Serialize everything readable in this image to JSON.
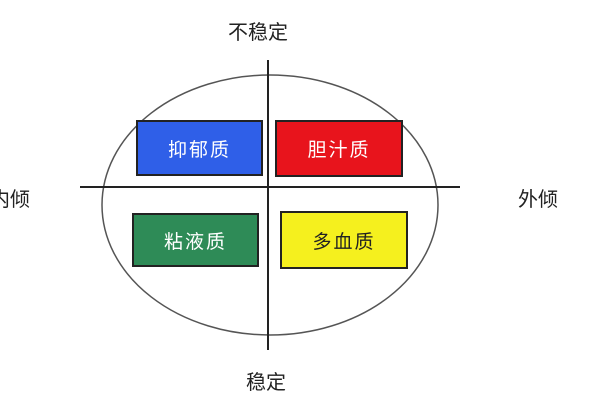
{
  "axes": {
    "top": "不稳定",
    "bottom": "稳定",
    "left": "内倾",
    "right": "外倾"
  },
  "quadrants": [
    {
      "label": "抑郁质",
      "color": "#2f5fe8",
      "text_color": "#ffffff"
    },
    {
      "label": "胆汁质",
      "color": "#e8141c",
      "text_color": "#ffffff"
    },
    {
      "label": "粘液质",
      "color": "#2e8b57",
      "text_color": "#ffffff"
    },
    {
      "label": "多血质",
      "color": "#f5f01e",
      "text_color": "#222222"
    }
  ]
}
